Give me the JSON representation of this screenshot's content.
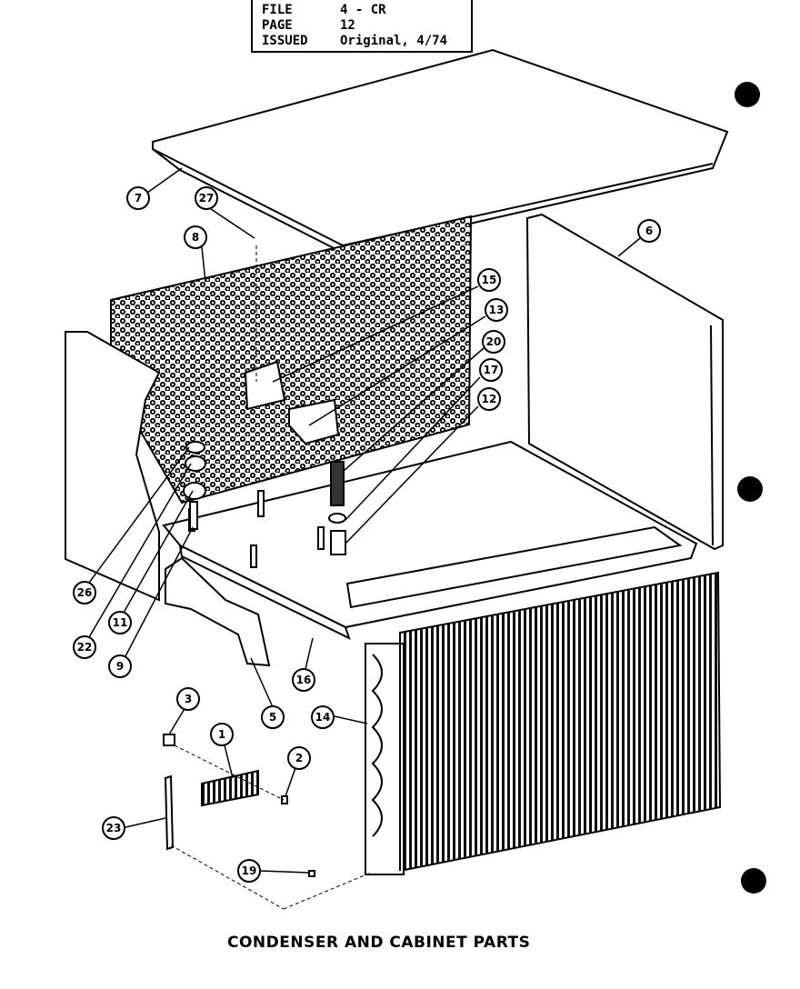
{
  "header": {
    "file_label": "FILE",
    "file_value": "4 - CR",
    "page_label": "PAGE",
    "page_value": "12",
    "issued_label": "ISSUED",
    "issued_value": "Original, 4/74"
  },
  "callouts": [
    "7",
    "27",
    "8",
    "15",
    "13",
    "20",
    "17",
    "12",
    "6",
    "26",
    "22",
    "11",
    "9",
    "5",
    "16",
    "14",
    "3",
    "1",
    "2",
    "23",
    "19"
  ],
  "caption": "CONDENSER AND CABINET PARTS"
}
